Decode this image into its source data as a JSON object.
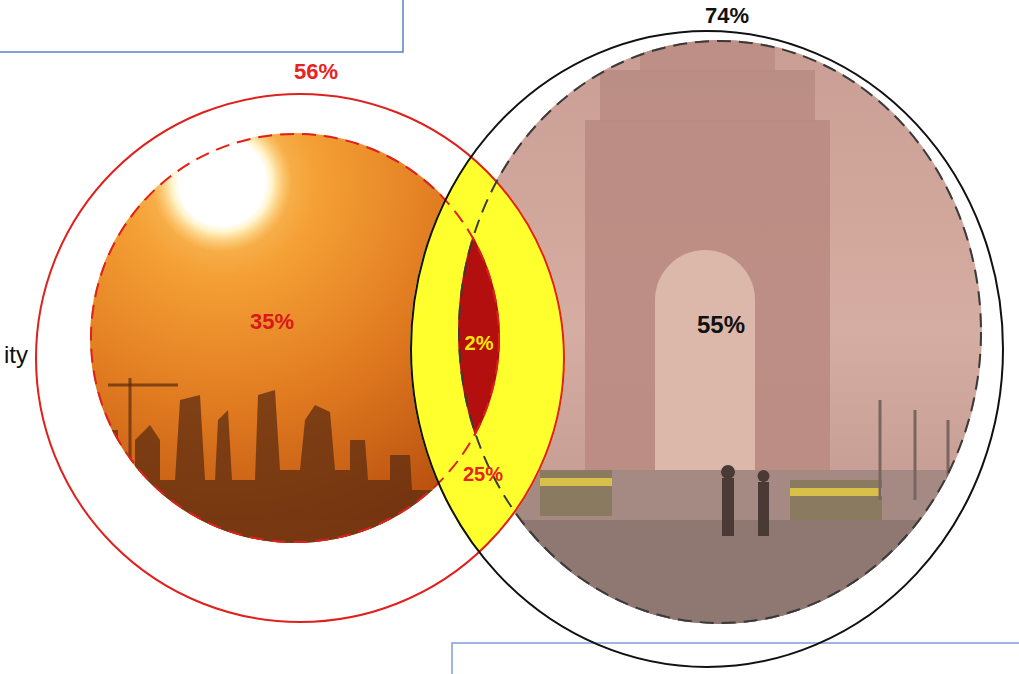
{
  "diagram": {
    "nodes": [
      {
        "text": [
          "56%"
        ]
      },
      {
        "text": [
          "35%"
        ],
        "in": 0
      },
      {
        "text": [
          "74%"
        ]
      },
      {
        "text": [
          "55%"
        ],
        "in": 2
      },
      {
        "text": [
          "25%"
        ]
      },
      {
        "text": [
          "2%"
        ],
        "in": 4
      }
    ],
    "labels": [
      "ity"
    ]
  }
}
